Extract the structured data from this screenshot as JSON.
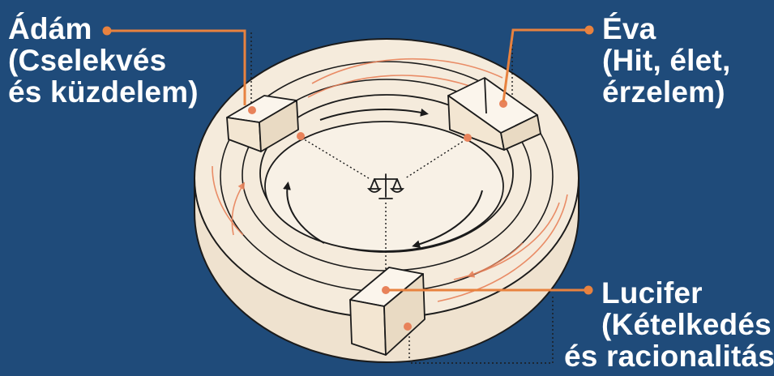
{
  "labels": {
    "adam": {
      "name": "Ádám",
      "line2": "(Cselekvés",
      "line3": "és küzdelem)"
    },
    "eva": {
      "name": "Éva",
      "line2": "(Hit, élet,",
      "line3": "érzelem)"
    },
    "lucifer": {
      "name": "Lucifer",
      "line2": "(Kételkedés",
      "line3": "és racionalitás)"
    }
  },
  "icons": {
    "center": "scales-of-justice-icon"
  },
  "colors": {
    "background": "#1f4b7a",
    "ring": "#f5ebdc",
    "outline": "#1b1b1b",
    "accent": "#e8825a",
    "leader": "#e8823f",
    "text": "#ffffff"
  }
}
